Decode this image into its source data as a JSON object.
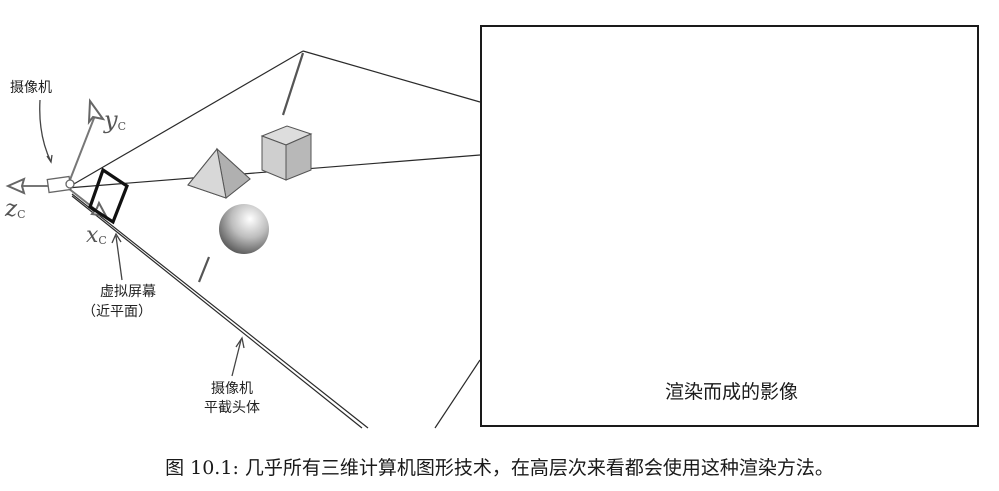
{
  "labels": {
    "camera": "摄像机",
    "axis_y": "y",
    "axis_z": "z",
    "axis_x": "x",
    "axis_sub": "C",
    "virtual_screen_line1": "虚拟屏幕",
    "virtual_screen_line2": "（近平面）",
    "frustum_line1": "摄像机",
    "frustum_line2": "平截头体",
    "render_result": "渲染而成的影像"
  },
  "caption": "图 10.1: 几乎所有三维计算机图形技术，在高层次来看都会使用这种渲染方法。"
}
